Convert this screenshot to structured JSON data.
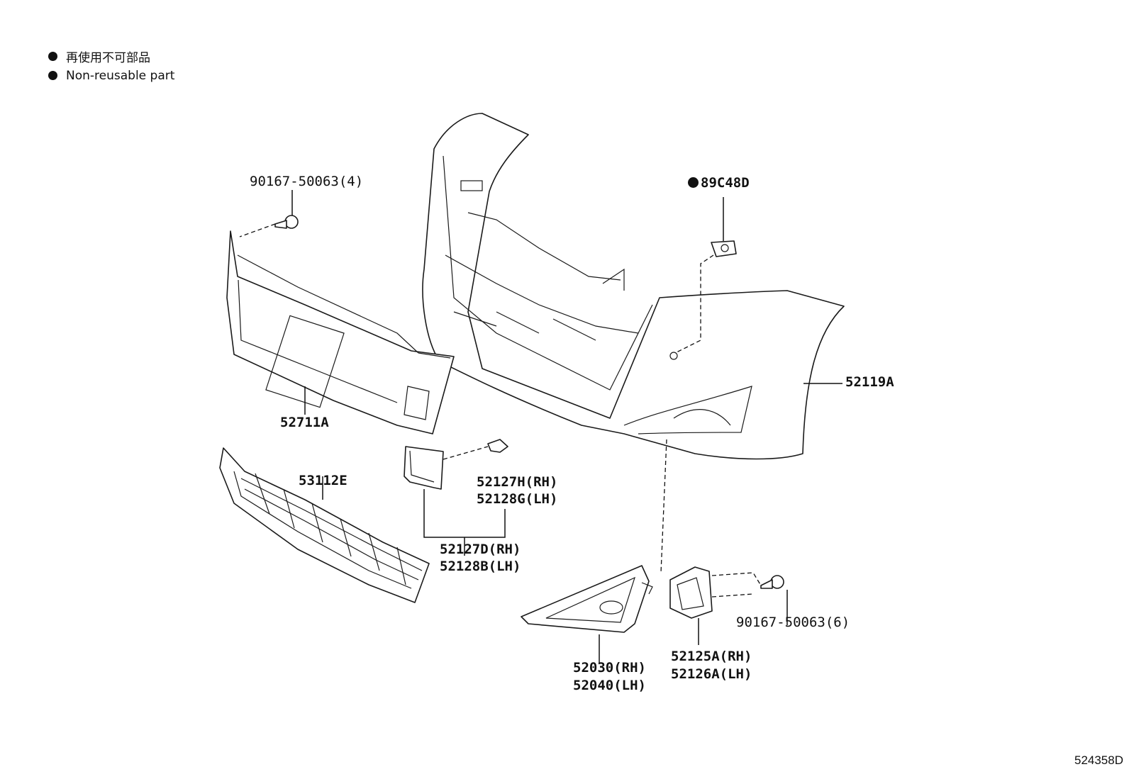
{
  "legend": {
    "items": [
      {
        "label": "再使用不可部品"
      },
      {
        "label": "Non-reusable part"
      }
    ]
  },
  "callouts": {
    "screw_top": "90167-50063(4)",
    "clip_non_reusable": "89C48D",
    "bumper_cover": "52119A",
    "upper_grille": "52711A",
    "lower_grille": "53112E",
    "garnish_small_rh": "52127H(RH)",
    "garnish_small_lh": "52128G(LH)",
    "garnish_rh": "52127D(RH)",
    "garnish_lh": "52128B(LH)",
    "fog_cover_rh": "52030(RH)",
    "fog_cover_lh": "52040(LH)",
    "bracket_rh": "52125A(RH)",
    "bracket_lh": "52126A(LH)",
    "screw_bottom": "90167-50063(6)"
  },
  "drawing_id": "524358D",
  "colors": {
    "ink": "#111111",
    "background": "#ffffff"
  }
}
